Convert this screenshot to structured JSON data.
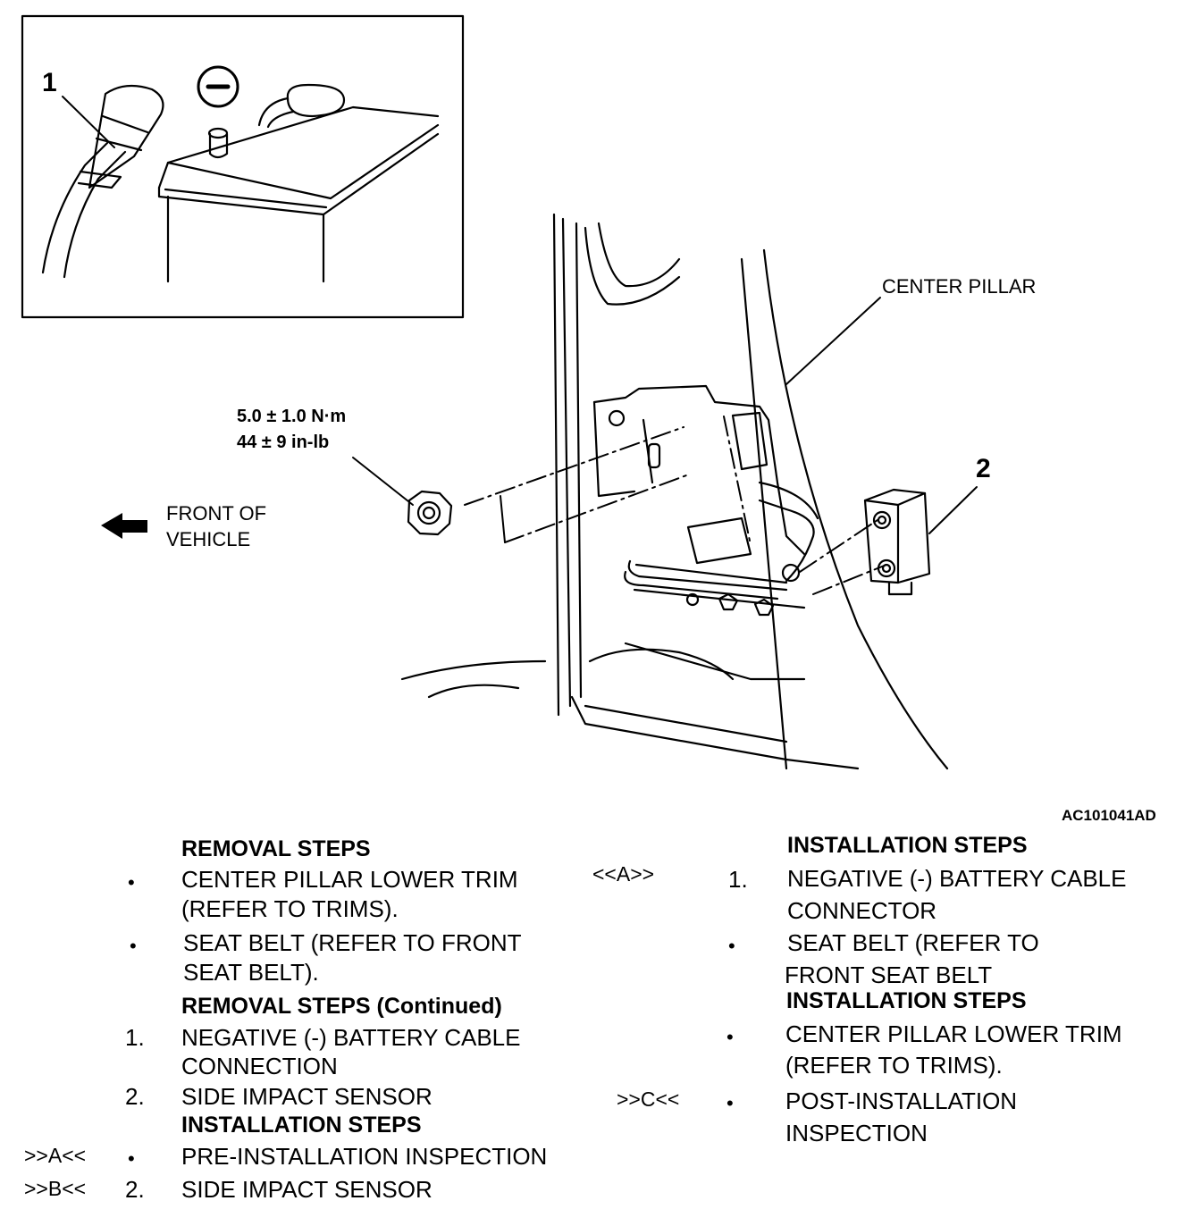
{
  "figure": {
    "inset_callout": "1",
    "negative_symbol": "−",
    "sensor_callout": "2",
    "center_pillar_label": "CENTER PILLAR",
    "torque_nm": "5.0 ± 1.0 N·m",
    "torque_inlb": "44 ± 9 in-lb",
    "front_line1": "FRONT OF",
    "front_line2": "VEHICLE",
    "figure_code": "AC101041AD",
    "icons": [
      "arrow-left-icon",
      "negative-terminal-icon",
      "nut-icon",
      "sensor-icon",
      "battery-icon"
    ]
  },
  "left_column": {
    "removal_header": "REMOVAL STEPS",
    "bullet": "•",
    "r1_line1": "CENTER PILLAR LOWER TRIM",
    "r1_line2": "(REFER TO TRIMS).",
    "r2_line1": "SEAT BELT (REFER TO FRONT",
    "r2_line2": "SEAT BELT).",
    "removal_cont_header": "REMOVAL STEPS (Continued)",
    "r3_num": "1.",
    "r3_line1": "NEGATIVE (-) BATTERY CABLE",
    "r3_line2": "CONNECTION",
    "r4_num": "2.",
    "r4_text": "SIDE IMPACT SENSOR",
    "install_header": "INSTALLATION STEPS",
    "i1_mark": ">>A<<",
    "i1_text": "PRE-INSTALLATION INSPECTION",
    "i2_mark": ">>B<<",
    "i2_num": "2.",
    "i2_text": "SIDE IMPACT SENSOR"
  },
  "right_column": {
    "install_header": "INSTALLATION STEPS",
    "i3_mark": "<<A>>",
    "i3_num": "1.",
    "i3_line1": "NEGATIVE (-) BATTERY CABLE",
    "i3_line2": "CONNECTOR",
    "i4_line1": "SEAT BELT (REFER TO",
    "i4_line2": "FRONT SEAT BELT",
    "install_header2": "INSTALLATION STEPS",
    "i5_line1": "CENTER PILLAR LOWER TRIM",
    "i5_line2": "(REFER TO TRIMS).",
    "i6_mark": ">>C<<",
    "i6_line1": "POST-INSTALLATION",
    "i6_line2": "INSPECTION",
    "bullet": "•"
  }
}
